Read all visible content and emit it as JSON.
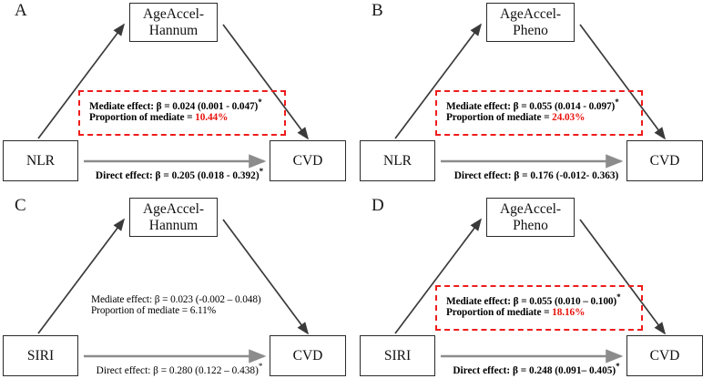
{
  "figure": {
    "type": "mediation-path-diagram-grid",
    "rows": 2,
    "cols": 2,
    "colors": {
      "box_border": "#2b2b2b",
      "dashed_box": "#ee1c1c",
      "highlight_percent": "#e8130d",
      "arrow_dark": "#3a3a3a",
      "arrow_gray": "#8c8c8c",
      "text": "#000000"
    }
  },
  "panels": [
    {
      "label": "A",
      "exposure": "NLR",
      "mediator_line1": "AgeAccel-",
      "mediator_line2": "Hannum",
      "outcome": "CVD",
      "mediate_label": "Mediate effect: β = 0.024 (0.001 - 0.047)",
      "mediate_star": "*",
      "proportion_label": "Proportion of mediate = ",
      "proportion_value": "10.44%",
      "direct_label": "Direct effect: β = 0.205 (0.018 - 0.392)",
      "direct_star": "*",
      "highlighted": true,
      "bold_text": true,
      "mediate_beta": 0.024,
      "mediate_ci": [
        0.001,
        0.047
      ],
      "proportion_mediated": 10.44,
      "direct_beta": 0.205,
      "direct_ci": [
        0.018,
        0.392
      ],
      "direct_significant": true
    },
    {
      "label": "B",
      "exposure": "NLR",
      "mediator_line1": "AgeAccel-",
      "mediator_line2": "Pheno",
      "outcome": "CVD",
      "mediate_label": "Mediate effect: β = 0.055 (0.014 - 0.097)",
      "mediate_star": "*",
      "proportion_label": "Proportion of mediate = ",
      "proportion_value": "24.03%",
      "direct_label": "Direct effect: β = 0.176 (-0.012- 0.363)",
      "direct_star": "",
      "highlighted": true,
      "bold_text": true,
      "mediate_beta": 0.055,
      "mediate_ci": [
        0.014,
        0.097
      ],
      "proportion_mediated": 24.03,
      "direct_beta": 0.176,
      "direct_ci": [
        -0.012,
        0.363
      ],
      "direct_significant": false
    },
    {
      "label": "C",
      "exposure": "SIRI",
      "mediator_line1": "AgeAccel-",
      "mediator_line2": "Hannum",
      "outcome": "CVD",
      "mediate_label": "Mediate effect: β = 0.023 (-0.002 – 0.048)",
      "mediate_star": "",
      "proportion_label": "Proportion of mediate =  ",
      "proportion_value": "6.11%",
      "direct_label": "Direct effect: β = 0.280 (0.122 – 0.438)",
      "direct_star": "*",
      "highlighted": false,
      "bold_text": false,
      "mediate_beta": 0.023,
      "mediate_ci": [
        -0.002,
        0.048
      ],
      "proportion_mediated": 6.11,
      "direct_beta": 0.28,
      "direct_ci": [
        0.122,
        0.438
      ],
      "direct_significant": true
    },
    {
      "label": "D",
      "exposure": "SIRI",
      "mediator_line1": "AgeAccel-",
      "mediator_line2": "Pheno",
      "outcome": "CVD",
      "mediate_label": "Mediate effect: β = 0.055 (0.010 – 0.100)",
      "mediate_star": "*",
      "proportion_label": "Proportion of mediate = ",
      "proportion_value": "18.16%",
      "direct_label": "Direct effect: β = 0.248 (0.091– 0.405)",
      "direct_star": "*",
      "highlighted": true,
      "bold_text": true,
      "mediate_beta": 0.055,
      "mediate_ci": [
        0.01,
        0.1
      ],
      "proportion_mediated": 18.16,
      "direct_beta": 0.248,
      "direct_ci": [
        0.091,
        0.405
      ],
      "direct_significant": true
    }
  ]
}
